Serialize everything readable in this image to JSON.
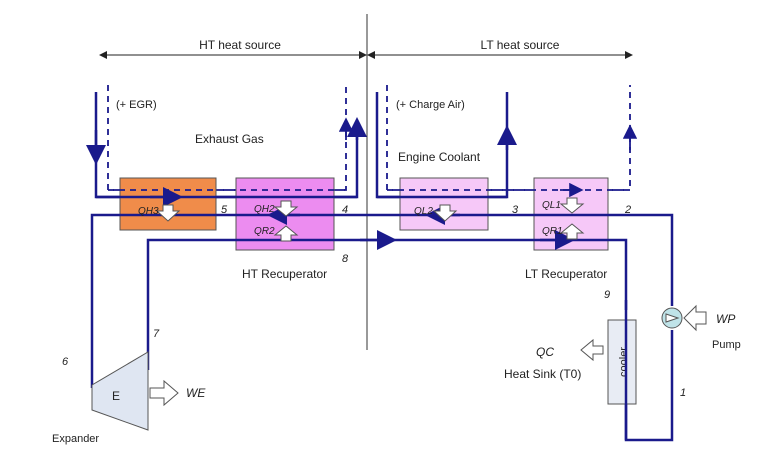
{
  "sources": {
    "ht_label": "HT heat source",
    "lt_label": "LT heat source"
  },
  "streams": {
    "egr": "(+ EGR)",
    "exhaust_gas": "Exhaust Gas",
    "charge_air": "(+ Charge Air)",
    "engine_coolant": "Engine Coolant"
  },
  "heat_labels": {
    "qh3": "QH3",
    "qh2": "QH2",
    "qr2": "QR2",
    "ql2": "QL2",
    "ql1": "QL1",
    "qr1": "QR1",
    "qc": "QC",
    "we": "WE",
    "wp": "WP"
  },
  "components": {
    "ht_recuperator": "HT Recuperator",
    "lt_recuperator": "LT Recuperator",
    "expander_letter": "E",
    "expander": "Expander",
    "cooler": "cooler",
    "heat_sink": "Heat Sink (T0)",
    "pump": "Pump"
  },
  "state_points": {
    "p1": "1",
    "p2": "2",
    "p3": "3",
    "p4": "4",
    "p5": "5",
    "p6": "6",
    "p7": "7",
    "p8": "8",
    "p9": "9"
  },
  "colors": {
    "flow_line": "#1a1a8c",
    "ht_evaporator": "#f08c4a",
    "recuperator": "#ec8cf0",
    "lt_box": "#f6c8f8",
    "expander_fill": "#dfe6f2",
    "pump_fill": "#bfe3e8"
  }
}
